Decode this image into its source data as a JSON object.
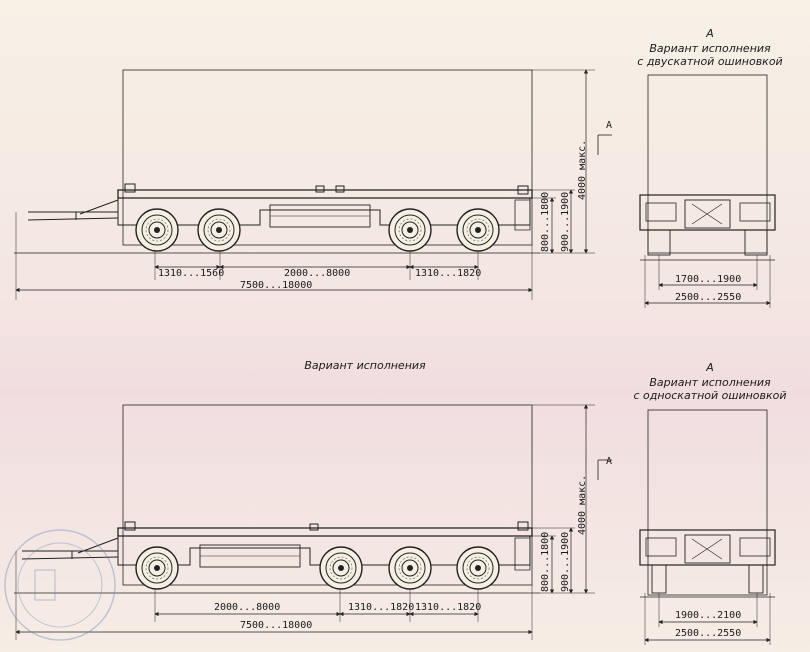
{
  "view_a_letter": "A",
  "top": {
    "side_letter": "A",
    "dims": {
      "d1": "1310...1560",
      "d2": "2000...8000",
      "d3": "1310...1820",
      "total": "7500...18000",
      "height_max": "4000 макс.",
      "h_platform": "900...1900",
      "h_frame": "800...1800"
    },
    "rear": {
      "letter": "A",
      "caption_line1": "Вариант исполнения",
      "caption_line2": "с двускатной ошиновкой",
      "track": "1700...1900",
      "width": "2500...2550"
    }
  },
  "middle_caption": "Вариант исполнения",
  "bottom": {
    "side_letter": "A",
    "dims": {
      "d1": "2000...8000",
      "d2": "1310...1820",
      "d3": "1310...1820",
      "total": "7500...18000",
      "height_max": "4000 макс.",
      "h_platform": "900...1900",
      "h_frame": "800...1800"
    },
    "rear": {
      "letter": "A",
      "caption_line1": "Вариант исполнения",
      "caption_line2": "с односкатной ошиновкой",
      "track": "1900...2100",
      "width": "2500...2550"
    }
  },
  "colors": {
    "line": "#222222",
    "paper": "#f6efe4",
    "wash": "#f3e1e3"
  }
}
